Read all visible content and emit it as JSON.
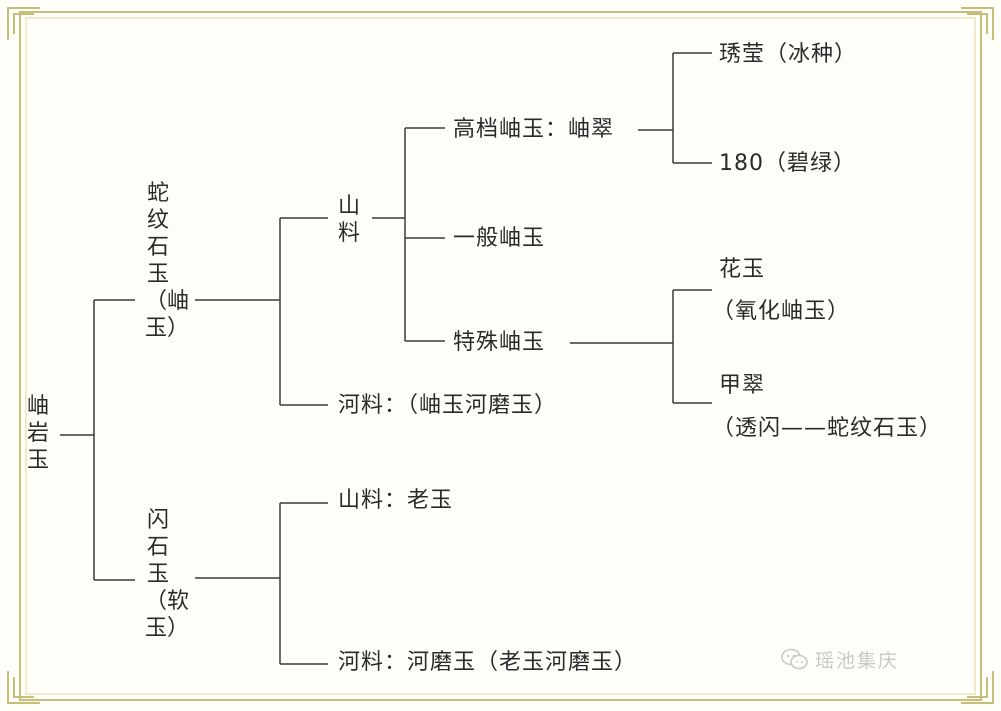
{
  "diagram": {
    "root": "岫岩玉",
    "serpentine": "蛇纹石玉（岫玉）",
    "serpentine_mountain": "山料",
    "high_grade": "高档岫玉：岫翠",
    "high_grade_a": "琇莹（冰种）",
    "high_grade_b": "180（碧绿）",
    "ordinary": "一般岫玉",
    "special": "特殊岫玉",
    "special_a_line1": "花玉",
    "special_a_line2": "（氧化岫玉）",
    "special_b_line1": "甲翠",
    "special_b_line2": "（透闪——蛇纹石玉）",
    "serpentine_river": "河料：（岫玉河磨玉）",
    "tremolite": "闪石玉（软玉）",
    "tremolite_mountain": "山料：老玉",
    "tremolite_river": "河料：河磨玉（老玉河磨玉）"
  },
  "watermark": "瑶池集庆",
  "colors": {
    "line": "#3a3a3a",
    "border": "#c9bd7a",
    "text": "#2a2a2a"
  }
}
